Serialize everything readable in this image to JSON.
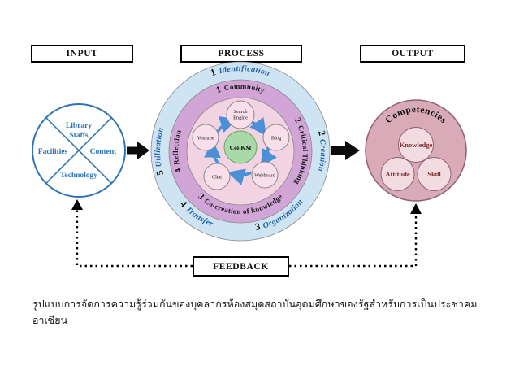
{
  "headers": {
    "input": "INPUT",
    "process": "PROCESS",
    "output": "OUTPUT"
  },
  "input_circle": {
    "top_line1": "Library",
    "top_line2": "Staffs",
    "left": "Facilities",
    "right": "Content",
    "bottom": "Technology"
  },
  "process_circle": {
    "outer_ring": {
      "top": {
        "num": "1",
        "label": "Identification"
      },
      "right": {
        "num": "2",
        "label": "Creation"
      },
      "bottom_right": {
        "num": "3",
        "label": "Organization"
      },
      "bottom_left": {
        "num": "4",
        "label": "Transfer"
      },
      "left": {
        "num": "5",
        "label": "Utilization"
      }
    },
    "inner_ring": {
      "top": {
        "num": "1",
        "label": "Community"
      },
      "right": {
        "num": "2",
        "label": "Critical Thinking"
      },
      "bottom": {
        "num": "3",
        "label": "Co-creation of knowledge"
      },
      "left": {
        "num": "4",
        "label": "Reflection"
      }
    },
    "tools": {
      "center": "Col-KM",
      "search_line1": "Search",
      "search_line2": "Engine",
      "youtube": "Youtube",
      "blog": "Blog",
      "chat": "Chat",
      "webboard": "Webboard"
    }
  },
  "output_circle": {
    "title": "Competencies",
    "top": "Knowledge",
    "left": "Attitude",
    "right": "Skill"
  },
  "feedback_label": "FEEDBACK",
  "caption": "รูปแบบการจัดการความรู้ร่วมกันของบุคลากรห้องสมุดสถาบันอุดมศึกษาของรัฐสำหรับการเป็นประชาคมอาเซียน",
  "colors": {
    "outer_ring": "#cfe4f2",
    "inner_ring": "#d2a5d7",
    "core": "#f2d3e2",
    "tool_circle": "#f8dfe9",
    "center_circle": "#a9d8a9",
    "flow_arrow": "#4a90d9",
    "outer_label_text": "#1f63a8",
    "input_stroke": "#2e74b5",
    "output_fill": "#d9abb9",
    "output_stroke": "#8f6273",
    "output_sub_fill": "#f2dce2",
    "output_text": "#7c2d2d"
  }
}
